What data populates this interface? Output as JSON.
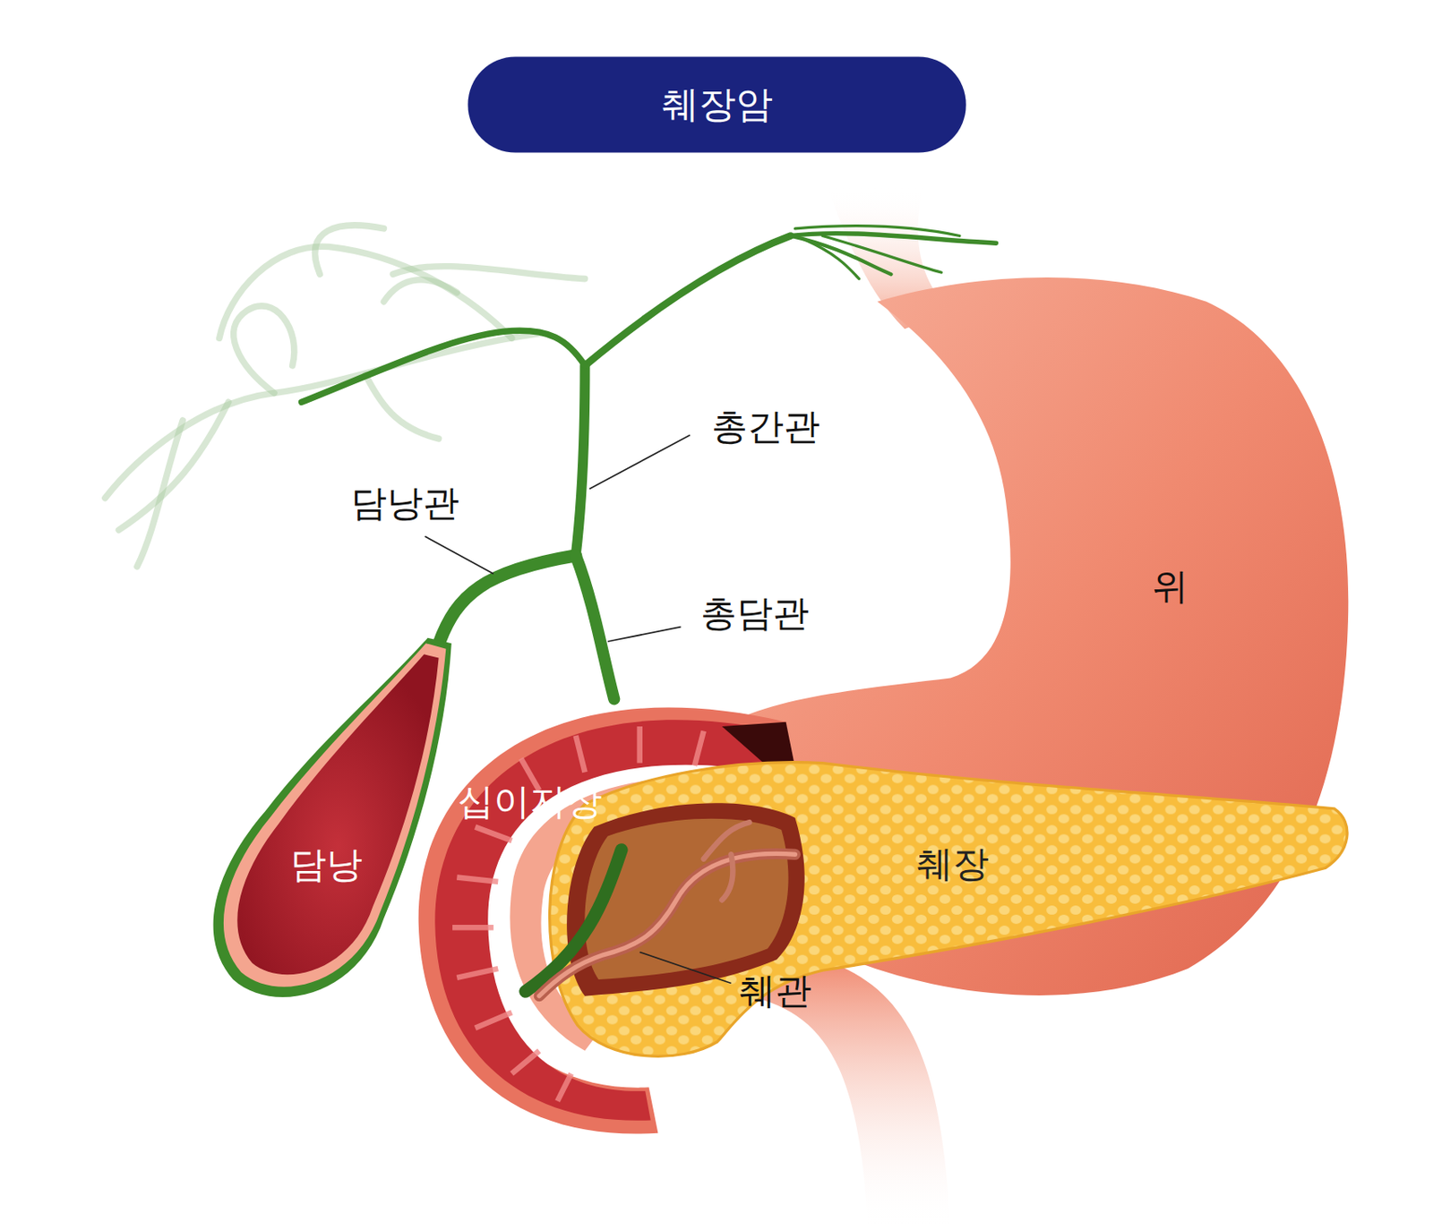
{
  "diagram": {
    "title": "췌장암",
    "labels": [
      "총간관",
      "담낭관",
      "총담관",
      "위",
      "십이지장",
      "담낭",
      "췌장",
      "췌관"
    ]
  }
}
